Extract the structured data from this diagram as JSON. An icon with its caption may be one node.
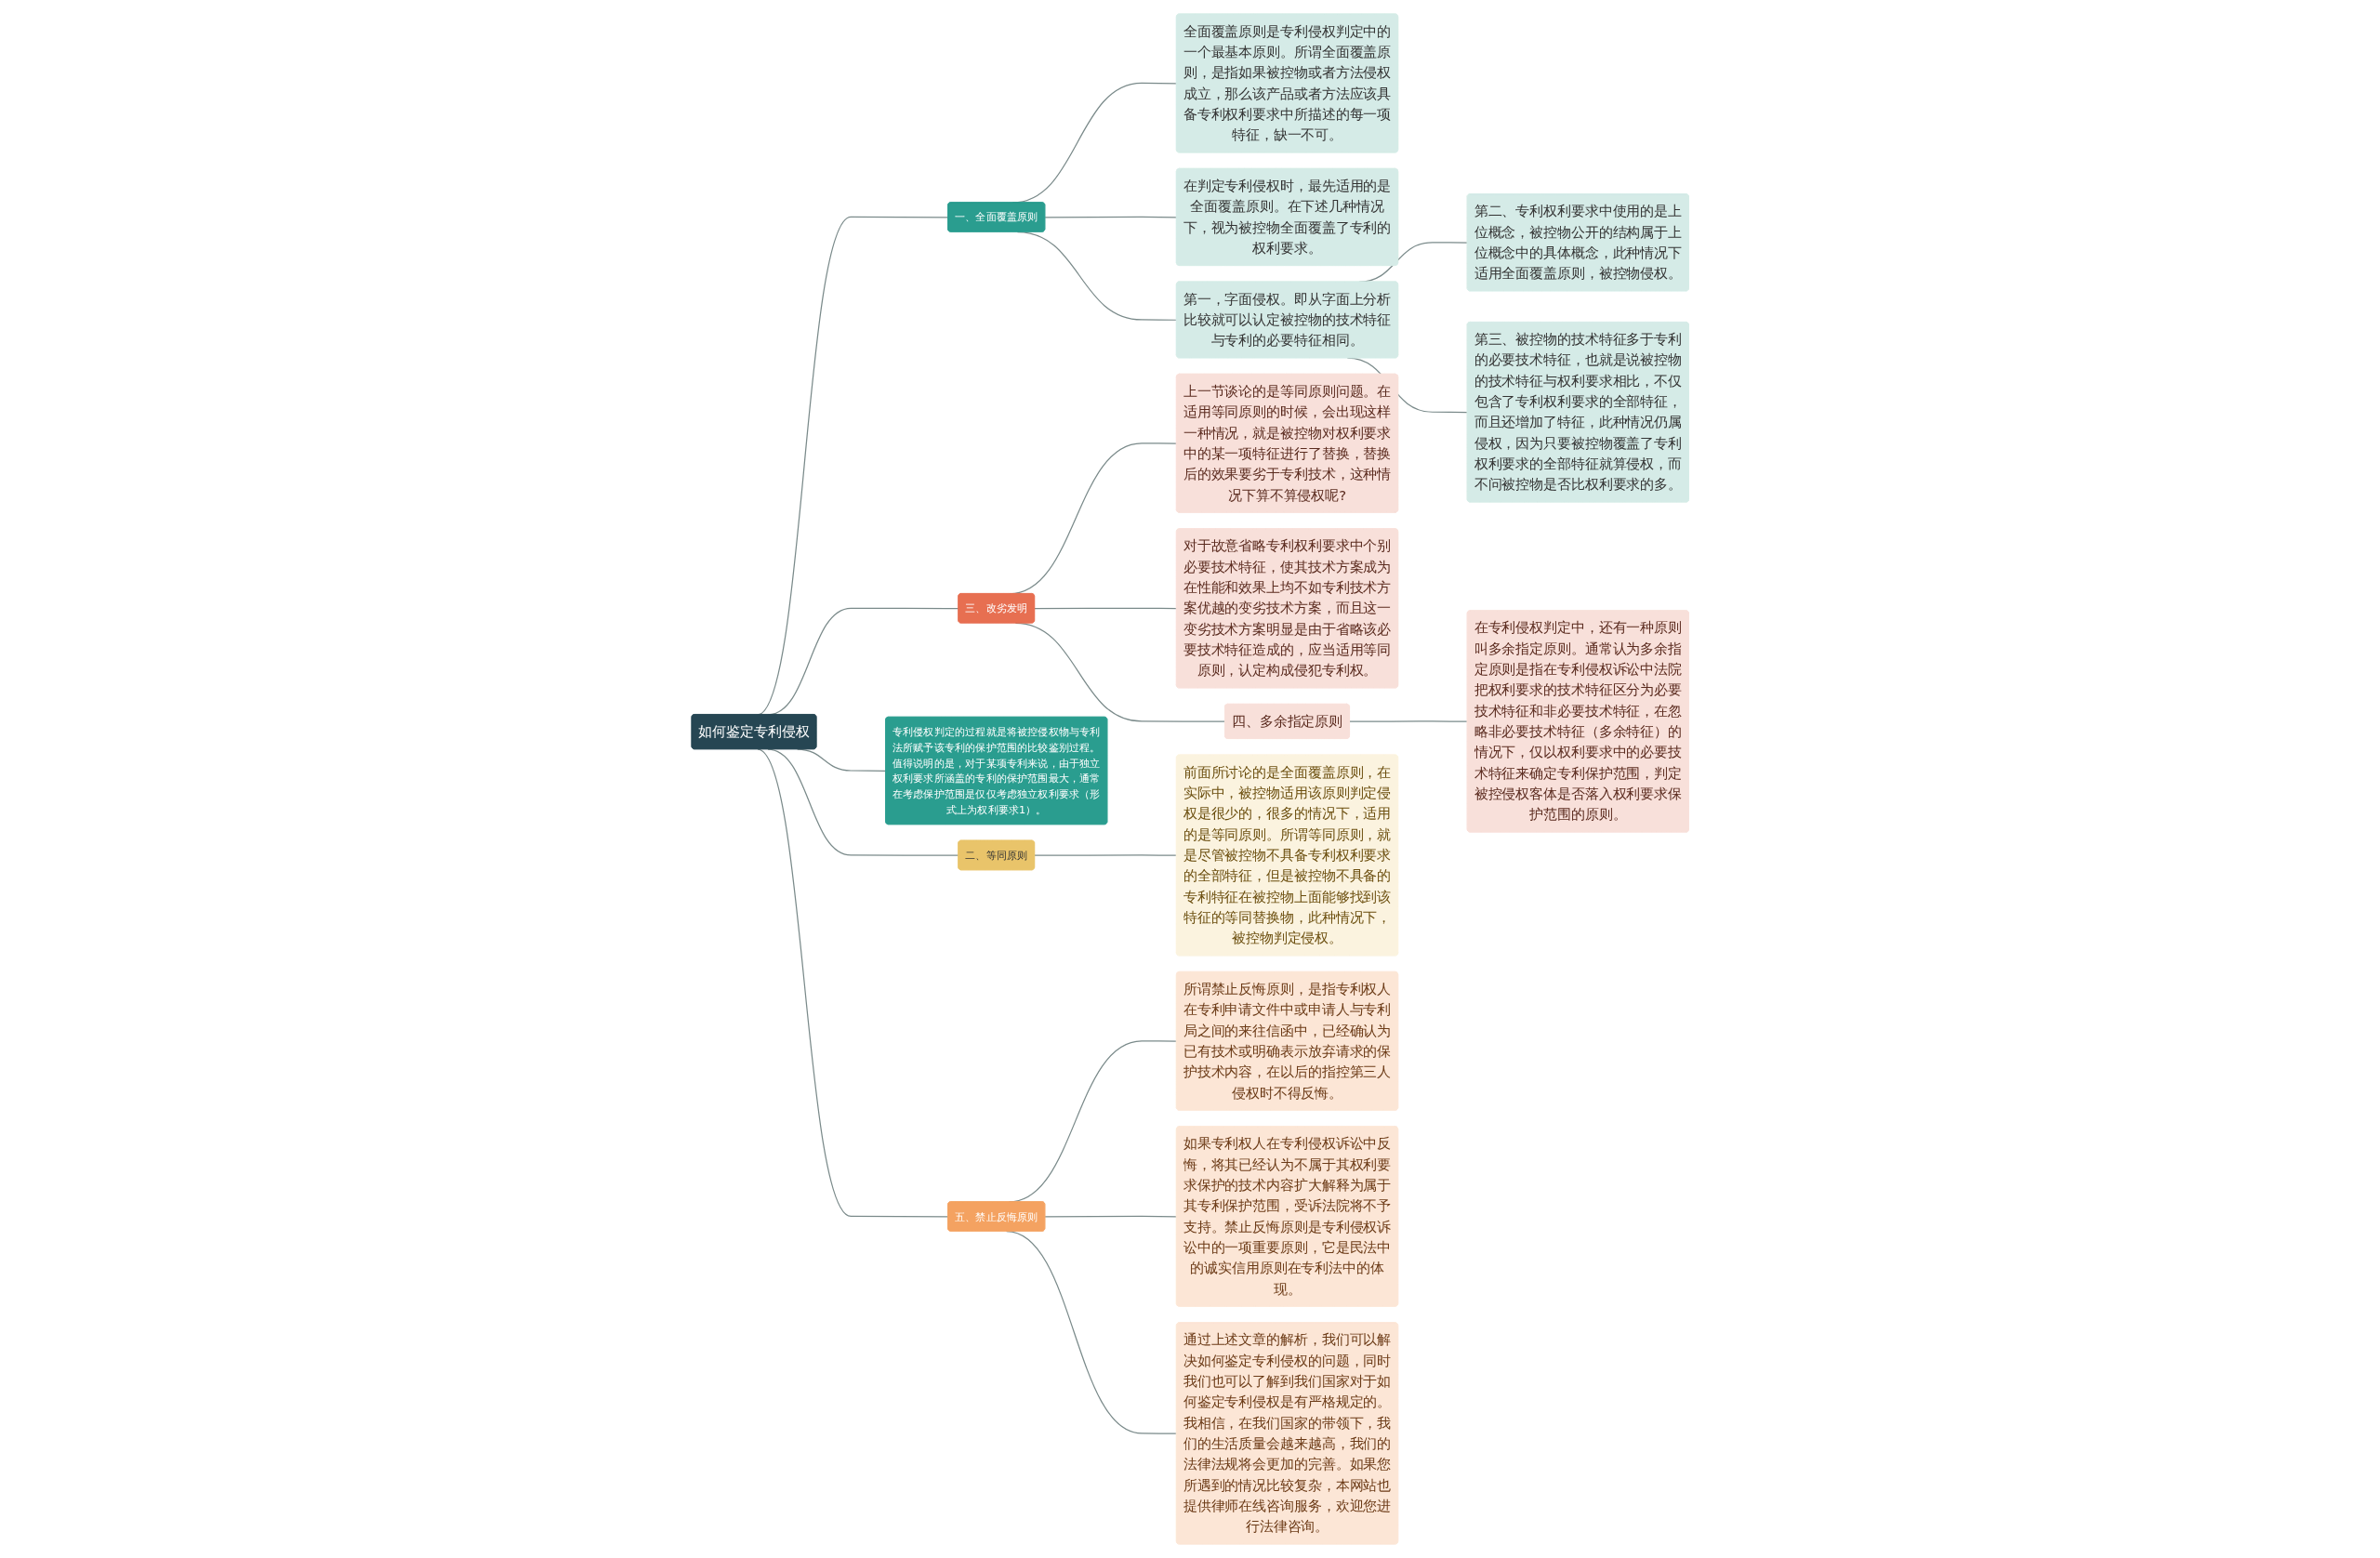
{
  "diagram": {
    "nodes": [
      {
        "text": [
          "如何鉴定专利侵权"
        ]
      },
      {
        "text": [
          "一、全面覆盖原则"
        ]
      },
      {
        "text": [
          "全面覆盖原则是专利侵权判定中的一个最基本原则。所谓全面覆盖原则，是指如果被控物或者方法侵权成立，那么该产品或者方法应该具备专利权利要求中所描述的每一项特征，缺一不可。"
        ]
      },
      {
        "text": [
          "在判定专利侵权时，最先适用的是全面覆盖原则。在下述几种情况下，视为被控物全面覆盖了专利的权利要求。"
        ]
      },
      {
        "text": [
          "第一，字面侵权。即从字面上分析比较就可以认定被控物的技术特征与专利的必要特征相同。"
        ]
      },
      {
        "text": [
          "第二、专利权利要求中使用的是上位概念，被控物公开的结构属于上位概念中的具体概念，此种情况下适用全面覆盖原则，被控物侵权。"
        ]
      },
      {
        "text": [
          "第三、被控物的技术特征多于专利的必要技术特征，也就是说被控物的技术特征与权利要求相比，不仅包含了专利权利要求的全部特征，而且还增加了特征，此种情况仍属侵权，因为只要被控物覆盖了专利权利要求的全部特征就算侵权，而不问被控物是否比权利要求的多。"
        ]
      },
      {
        "text": [
          "三、改劣发明"
        ]
      },
      {
        "text": [
          "上一节谈论的是等同原则问题。在适用等同原则的时候，会出现这样一种情况，就是被控物对权利要求中的某一项特征进行了替换，替换后的效果要劣于专利技术，这种情况下算不算侵权呢?"
        ]
      },
      {
        "text": [
          "对于故意省略专利权利要求中个别必要技术特征，使其技术方案成为在性能和效果上均不如专利技术方案优越的变劣技术方案，而且这一变劣技术方案明显是由于省略该必要技术特征造成的，应当适用等同原则，认定构成侵犯专利权。"
        ]
      },
      {
        "text": [
          "四、多余指定原则"
        ]
      },
      {
        "text": [
          "在专利侵权判定中，还有一种原则叫多余指定原则。通常认为多余指定原则是指在专利侵权诉讼中法院把权利要求的技术特征区分为必要技术特征和非必要技术特征，在忽略非必要技术特征（多余特征）的情况下，仅以权利要求中的必要技术特征来确定专利保护范围，判定被控侵权客体是否落入权利要求保护范围的原则。"
        ]
      },
      {
        "text": [
          "专利侵权判定的过程就是将被控侵权物与专利法所赋予该专利的保护范围的比较鉴别过程。值得说明的是，对于某项专利来说，由于独立权利要求所涵盖的专利的保护范围最大，通常在考虑保护范围是仅仅考虑独立权利要求（形式上为权利要求1）。"
        ]
      },
      {
        "text": [
          "二、等同原则"
        ]
      },
      {
        "text": [
          "前面所讨论的是全面覆盖原则，在实际中，被控物适用该原则判定侵权是很少的，很多的情况下，适用的是等同原则。所谓等同原则，就是尽管被控物不具备专利权利要求的全部特征，但是被控物不具备的专利特征在被控物上面能够找到该特征的等同替换物，此种情况下，被控物判定侵权。"
        ]
      },
      {
        "text": [
          "五、禁止反悔原则"
        ]
      },
      {
        "text": [
          "所谓禁止反悔原则，是指专利权人在专利申请文件中或申请人与专利局之间的来往信函中，已经确认为已有技术或明确表示放弃请求的保护技术内容，在以后的指控第三人侵权时不得反悔。"
        ]
      },
      {
        "text": [
          "如果专利权人在专利侵权诉讼中反悔，将其已经认为不属于其权利要求保护的技术内容扩大解释为属于其专利保护范围，受诉法院将不予支持。禁止反悔原则是专利侵权诉讼中的一项重要原则，它是民法中的诚实信用原则在专利法中的体现。"
        ]
      },
      {
        "text": [
          "通过上述文章的解析，我们可以解决如何鉴定专利侵权的问题，同时我们也可以了解到我们国家对于如何鉴定专利侵权是有严格规定的。我相信，在我们国家的带领下，我们的生活质量会越来越高，我们的法律法规将会更加的完善。如果您所遇到的情况比较复杂，本网站也提供律师在线咨询服务，欢迎您进行法律咨询。"
        ]
      }
    ],
    "edges": [
      {
        "from": 0,
        "to": 1,
        "arrow": "none"
      },
      {
        "from": 1,
        "to": 2,
        "arrow": "none"
      },
      {
        "from": 1,
        "to": 3,
        "arrow": "none"
      },
      {
        "from": 1,
        "to": 4,
        "arrow": "none"
      },
      {
        "from": 4,
        "to": 5,
        "arrow": "none"
      },
      {
        "from": 4,
        "to": 6,
        "arrow": "none"
      },
      {
        "from": 0,
        "to": 7,
        "arrow": "none"
      },
      {
        "from": 7,
        "to": 8,
        "arrow": "none"
      },
      {
        "from": 7,
        "to": 9,
        "arrow": "none"
      },
      {
        "from": 7,
        "to": 10,
        "arrow": "none"
      },
      {
        "from": 10,
        "to": 11,
        "arrow": "none"
      },
      {
        "from": 0,
        "to": 12,
        "arrow": "none"
      },
      {
        "from": 0,
        "to": 13,
        "arrow": "none"
      },
      {
        "from": 13,
        "to": 14,
        "arrow": "none"
      },
      {
        "from": 0,
        "to": 15,
        "arrow": "none"
      },
      {
        "from": 15,
        "to": 16,
        "arrow": "none"
      },
      {
        "from": 15,
        "to": 17,
        "arrow": "none"
      },
      {
        "from": 15,
        "to": 18,
        "arrow": "none"
      }
    ]
  }
}
